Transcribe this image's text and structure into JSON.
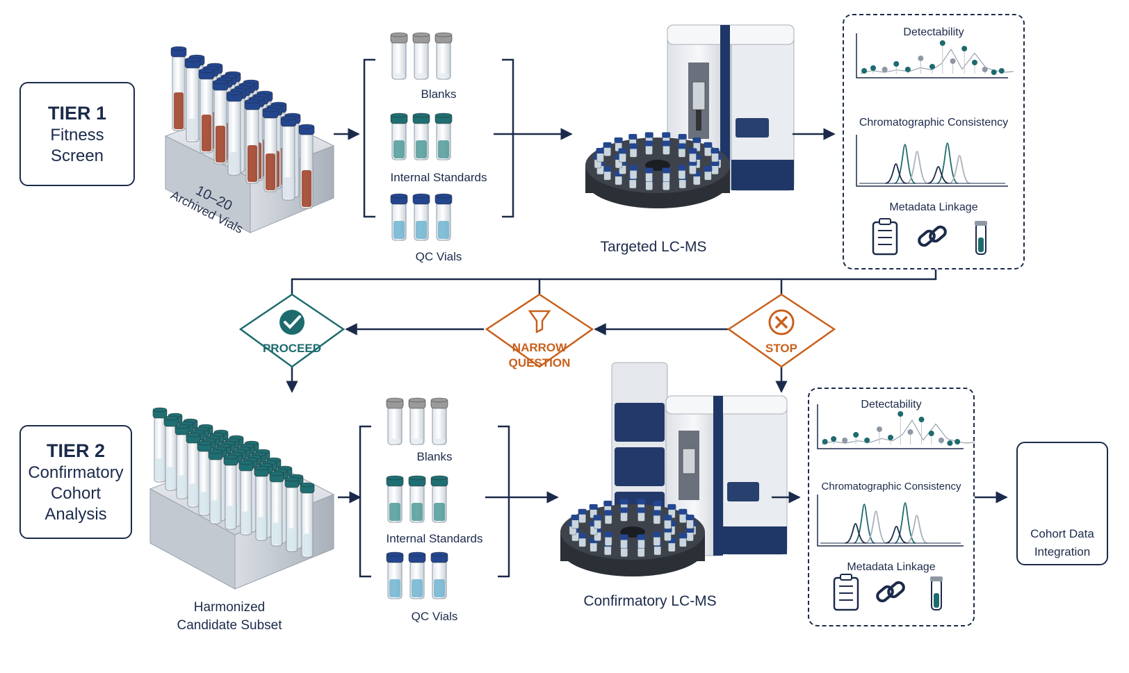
{
  "tier1": {
    "title": "TIER 1",
    "subtitle_line1": "Fitness",
    "subtitle_line2": "Screen"
  },
  "tier2": {
    "title": "TIER 2",
    "subtitle_line1": "Confirmatory",
    "subtitle_line2": "Cohort",
    "subtitle_line3": "Analysis"
  },
  "rack1": {
    "label_line1": "10–20",
    "label_line2": "Archived Vials"
  },
  "rack2": {
    "label_line1": "Harmonized",
    "label_line2": "Candidate Subset"
  },
  "vials1": {
    "blanks": "Blanks",
    "internal_standards": "Internal Standards",
    "qc_vials": "QC Vials"
  },
  "vials2": {
    "blanks": "Blanks",
    "internal_standards": "Internal Standards",
    "qc_vials": "QC Vials"
  },
  "instrument1": {
    "label": "Targeted LC-MS"
  },
  "instrument2": {
    "label": "Confirmatory LC-MS"
  },
  "panel1": {
    "detectability": "Detectability",
    "chromatographic": "Chromatographic Consistency",
    "metadata": "Metadata Linkage"
  },
  "panel2": {
    "detectability": "Detectability",
    "chromatographic": "Chromatographic Consistency",
    "metadata": "Metadata Linkage"
  },
  "decisions": {
    "proceed": "PROCEED",
    "narrow_line1": "NARROW",
    "narrow_line2": "QUESTION",
    "stop": "STOP"
  },
  "integration": {
    "line1": "Cohort Data",
    "line2": "Integration"
  },
  "colors": {
    "navy": "#1b2a4a",
    "teal": "#1e6b6e",
    "orange": "#c8601c",
    "blue_cap": "#23468f",
    "teal_cap": "#1f6e72",
    "grey_cap": "#9a9a9a"
  }
}
